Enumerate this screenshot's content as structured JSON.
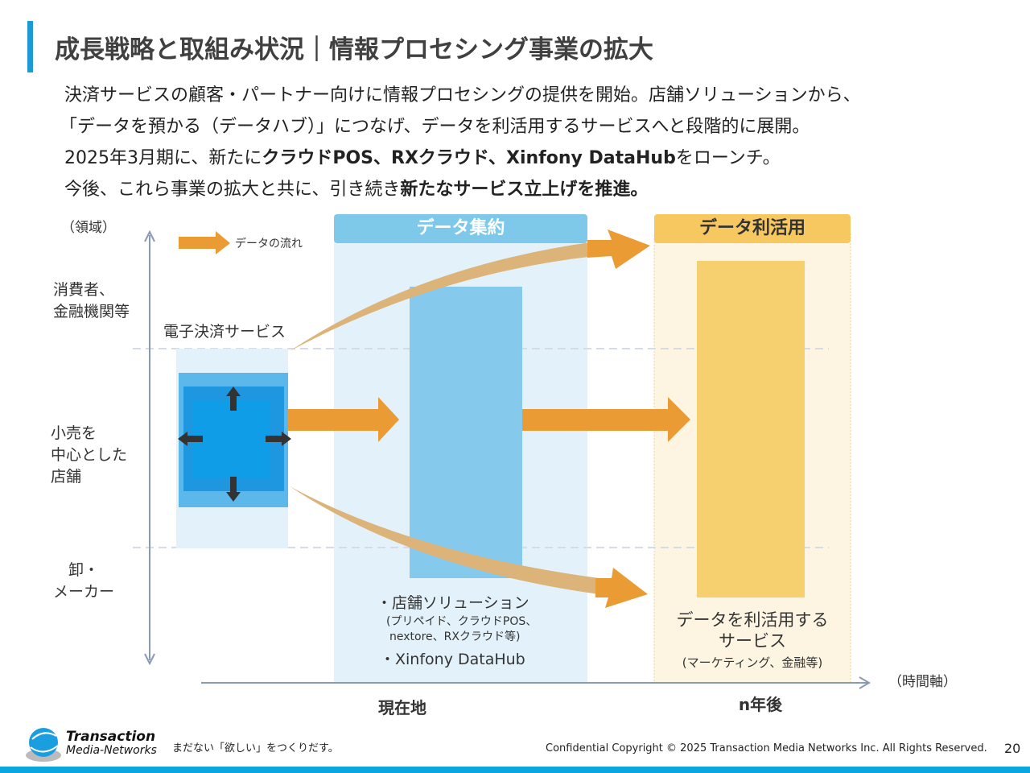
{
  "title": "成長戦略と取組み状況｜情報プロセシング事業の拡大",
  "lead": {
    "line1": "決済サービスの顧客・パートナー向けに情報プロセシングの提供を開始。店舗ソリューションから、",
    "line2": "「データを預かる（データハブ）」につなげ、データを利活用するサービスへと段階的に展開。",
    "line3_pre": "2025年3月期に、新たに",
    "line3_bold": "クラウドPOS、RXクラウド、Xinfony DataHub",
    "line3_post": "をローンチ。",
    "line4_pre": "今後、これら事業の拡大と共に、引き続き",
    "line4_bold": "新たなサービス立上げを推進。"
  },
  "diagram": {
    "y_axis_label": "（領域）",
    "x_axis_label": "（時間軸）",
    "legend": "データの流れ",
    "domains": [
      "消費者、\n金融機関等",
      "小売を\n中心とした\n店舗",
      "卸・\nメーカー"
    ],
    "payment_label": "電子決済サービス",
    "col1_header": "データ集約",
    "col2_header": "データ利活用",
    "col1_items": {
      "item1": "・店舗ソリューション",
      "item1_sub1": "(プリペイド、クラウドPOS、",
      "item1_sub2": "nextore、RXクラウド等)",
      "item2": "・Xinfony DataHub"
    },
    "col2_text1": "データを利活用する",
    "col2_text2": "サービス",
    "col2_sub": "(マーケティング、金融等)",
    "x_ticks": [
      "現在地",
      "n年後"
    ]
  },
  "footer": {
    "logo_line1": "Transaction",
    "logo_line2": "Media-Networks",
    "tagline": "まだない「欲しい」をつくりだす。",
    "copyright": "Confidential  Copyright © 2025 Transaction Media Networks Inc. All Rights Reserved.",
    "page": "20"
  },
  "colors": {
    "accent": "#1b9ad6",
    "orange": "#eb9b34",
    "blue_col": "#85c9ec",
    "yellow_col": "#f6cf6e"
  }
}
